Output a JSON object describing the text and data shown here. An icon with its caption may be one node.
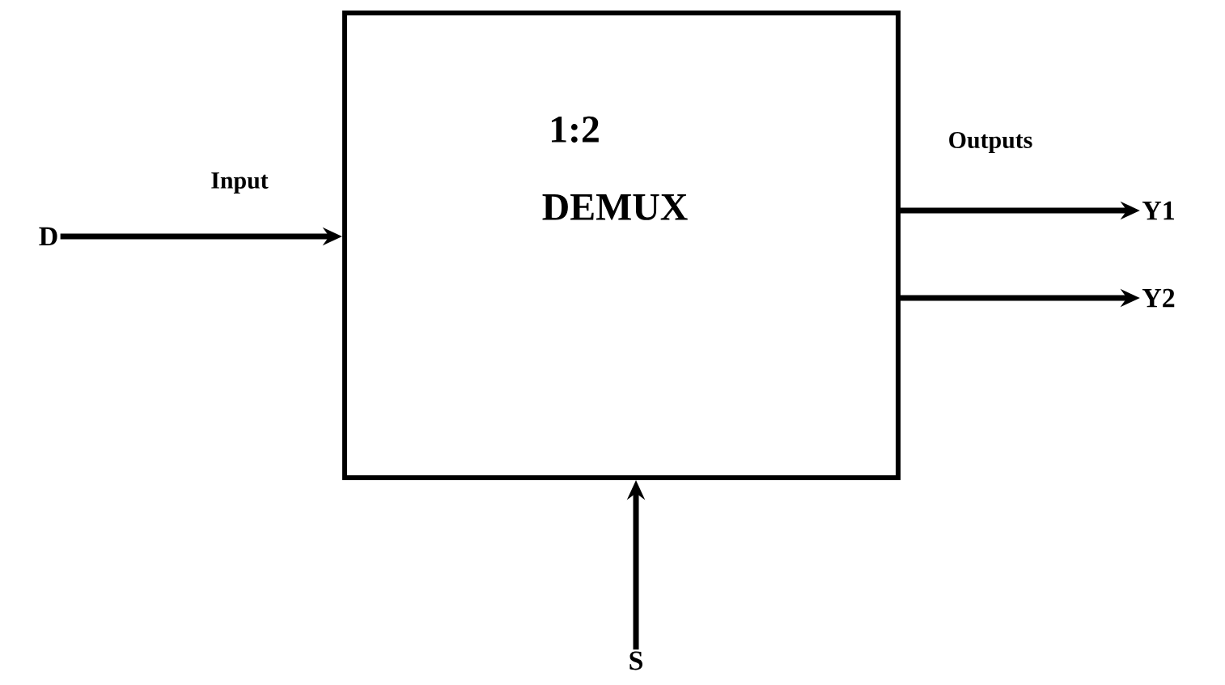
{
  "diagram": {
    "nodes": [
      {
        "text": [
          "1:2",
          "DEMUX"
        ]
      },
      {
        "text": [
          "D"
        ]
      },
      {
        "text": [
          "Y1"
        ]
      },
      {
        "text": [
          "Y2"
        ]
      },
      {
        "text": [
          "S"
        ]
      }
    ],
    "edges": [
      {
        "from": 1,
        "to": 0,
        "arrow": "to",
        "label": "Input"
      },
      {
        "from": 0,
        "to": 2,
        "arrow": "to"
      },
      {
        "from": 0,
        "to": 3,
        "arrow": "to"
      },
      {
        "from": 4,
        "to": 0,
        "arrow": "to"
      }
    ],
    "labels": [
      "Outputs"
    ]
  }
}
